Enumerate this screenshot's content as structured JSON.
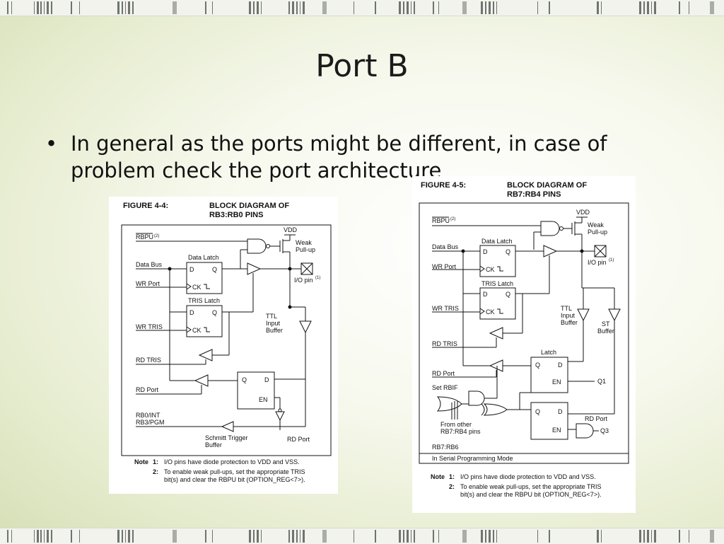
{
  "slide": {
    "title": "Port B",
    "bullet": "In general as the ports might be different, in case of problem check the port architecture"
  },
  "figure_left": {
    "number": "FIGURE 4-4:",
    "title_line1": "BLOCK DIAGRAM OF",
    "title_line2": "RB3:RB0 PINS",
    "labels": {
      "rbpu": "RBPU",
      "rbpu_sup": "(2)",
      "vdd": "VDD",
      "weak": "Weak",
      "pullup": "Pull-up",
      "data_latch": "Data Latch",
      "d": "D",
      "q": "Q",
      "ck": "CK",
      "data_bus": "Data Bus",
      "wr_port": "WR Port",
      "io_pin": "I/O pin",
      "io_sup": "(1)",
      "tris_latch": "TRIS Latch",
      "ttl1": "TTL",
      "ttl2": "Input",
      "ttl3": "Buffer",
      "wr_tris": "WR TRIS",
      "rd_tris": "RD TRIS",
      "rd_port": "RD Port",
      "en": "EN",
      "rb0int": "RB0/INT",
      "rb3pgm": "RB3/PGM",
      "schmitt1": "Schmitt Trigger",
      "schmitt2": "Buffer",
      "rd_port2": "RD Port"
    },
    "notes": {
      "note_label": "Note",
      "n1_num": "1:",
      "n1_text": "I/O pins have diode protection to VDD and VSS.",
      "n2_num": "2:",
      "n2_line1": "To enable weak pull-ups, set the appropriate TRIS",
      "n2_line2": "bit(s) and clear the RBPU bit (OPTION_REG<7>)."
    }
  },
  "figure_right": {
    "number": "FIGURE 4-5:",
    "title_line1": "BLOCK DIAGRAM OF",
    "title_line2": "RB7:RB4 PINS",
    "labels": {
      "rbpu": "RBPU",
      "rbpu_sup": "(2)",
      "vdd": "VDD",
      "weak": "Weak",
      "pullup": "Pull-up",
      "data_latch": "Data Latch",
      "d": "D",
      "q": "Q",
      "ck": "CK",
      "data_bus": "Data Bus",
      "wr_port": "WR Port",
      "io_pin": "I/O pin",
      "io_sup": "(1)",
      "tris_latch": "TRIS Latch",
      "wr_tris": "WR TRIS",
      "ttl1": "TTL",
      "ttl2": "Input",
      "ttl3": "Buffer",
      "st1": "ST",
      "st2": "Buffer",
      "rd_tris": "RD TRIS",
      "latch": "Latch",
      "rd_port": "RD Port",
      "en": "EN",
      "q1": "Q1",
      "set_rbif": "Set RBIF",
      "from_other1": "From other",
      "from_other2": "RB7:RB4 pins",
      "rd_port2": "RD Port",
      "q3": "Q3",
      "rb7rb6": "RB7:RB6",
      "serial": "In Serial Programming Mode"
    },
    "notes": {
      "note_label": "Note",
      "n1_num": "1:",
      "n1_text": "I/O pins have diode protection to VDD and VSS.",
      "n2_num": "2:",
      "n2_line1": "To enable weak pull-ups, set the appropriate TRIS",
      "n2_line2": "bit(s) and clear the RBPU bit (OPTION_REG<7>)."
    }
  }
}
